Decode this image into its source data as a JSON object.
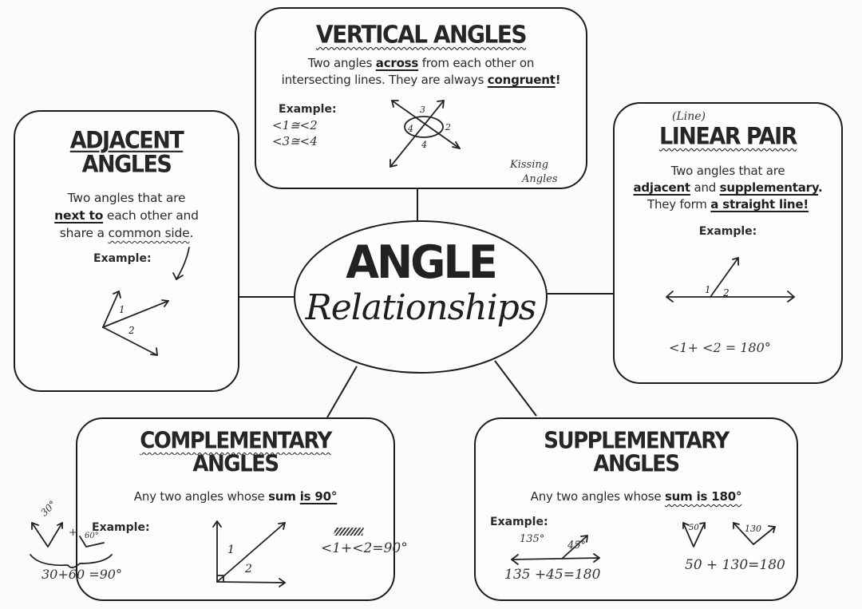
{
  "center": {
    "title": "ANGLE",
    "subtitle": "Relationships"
  },
  "cards": {
    "vertical": {
      "title": "VERTICAL ANGLES",
      "desc_line1_pre": "Two angles ",
      "desc_line1_bold": "across",
      "desc_line1_post": " from each other on",
      "desc_line2_pre": "intersecting lines.  They are always ",
      "desc_line2_bold": "congruent",
      "desc_line2_post": "!",
      "example_label": "Example:",
      "notes": {
        "eq1": "<1≅<2",
        "eq2": "<3≅<4",
        "angle_labels": [
          "3",
          "2",
          "4",
          "4"
        ],
        "side_note_line1": "Kissing",
        "side_note_line2": "Angles"
      }
    },
    "adjacent": {
      "title_line1": "ADJACENT",
      "title_line2": "ANGLES",
      "desc_line1": "Two angles that are",
      "desc_line2_bold": "next to",
      "desc_line2_post": " each other and",
      "desc_line3_pre": "share a ",
      "desc_line3_wavy": "common side",
      "desc_line3_post": ".",
      "example_label": "Example:",
      "notes": {
        "angle_labels": [
          "1",
          "2"
        ]
      }
    },
    "linear_pair": {
      "note_above": "(Line)",
      "title": "LINEAR PAIR",
      "desc_line1": "Two angles that are",
      "desc_line2_bold1": "adjacent",
      "desc_line2_mid": " and ",
      "desc_line2_bold2": "supplementary",
      "desc_line2_post": ".",
      "desc_line3_pre": "They form ",
      "desc_line3_bold": "a straight line!",
      "example_label": "Example:",
      "notes": {
        "angle_labels": [
          "1",
          "2"
        ],
        "equation": "<1+ <2 = 180°"
      }
    },
    "complementary": {
      "title_line1": "COMPLEMENTARY",
      "title_line2": "ANGLES",
      "desc_pre": "Any two angles whose ",
      "desc_bold1": "sum ",
      "desc_bold2": "is 90°",
      "example_label": "Example:",
      "notes": {
        "angle_labels": [
          "1",
          "2"
        ],
        "equation": "<1+<2=90°",
        "margin_angle1": "30°",
        "margin_plus": "+",
        "margin_angle2": "60°",
        "margin_equation": "30+60 =90°"
      }
    },
    "supplementary": {
      "title_line1": "SUPPLEMENTARY",
      "title_line2": "ANGLES",
      "desc_pre": "Any two angles whose ",
      "desc_bold": "sum is 180°",
      "example_label": "Example:",
      "notes": {
        "angle1": "135°",
        "angle2": "45°",
        "equation1": "135 +45=180",
        "angle3": "50",
        "angle4": "130",
        "equation2": "50 + 130=180"
      }
    }
  },
  "colors": {
    "ink": "#1c1c1c",
    "paper": "#fbfbfa"
  }
}
